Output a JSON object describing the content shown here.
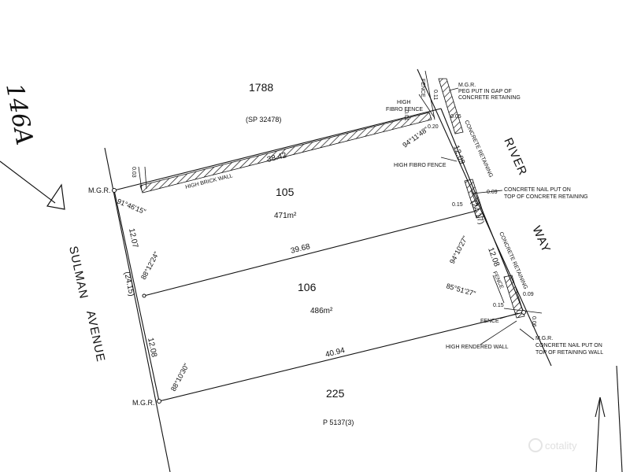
{
  "handwritten": "146A",
  "lots": {
    "lot_1788": {
      "number": "1788",
      "plan": "(SP 32478)"
    },
    "lot_105": {
      "number": "105",
      "area": "471m²"
    },
    "lot_106": {
      "number": "106",
      "area": "486m²"
    },
    "lot_225": {
      "number": "225",
      "plan": "P 5137(3)"
    }
  },
  "streets": {
    "sulman_1": "SULMAN",
    "sulman_2": "AVENUE",
    "river_1": "RIVER",
    "river_2": "WAY"
  },
  "dimensions": {
    "top_boundary": "38.42",
    "middle_boundary": "39.68",
    "bottom_boundary": "40.94",
    "left_upper": "12.07",
    "left_lower": "12.08",
    "left_total": "(24.15)",
    "right_upper": "12.09",
    "right_lower": "12.08",
    "right_total": "(24.17)",
    "offset_003": "0.03",
    "offset_001": "0.01",
    "offset_011": "0.11",
    "offset_005": "0.05",
    "offset_020": "0.20",
    "offset_009a": "0.09",
    "offset_015a": "0.15",
    "offset_009b": "0.09",
    "offset_015b": "0.15",
    "offset_006": "0.06"
  },
  "angles": {
    "a1": "91°46'15\"",
    "a2": "88°12'24\"",
    "a3": "88°10'30\"",
    "a4": "94°11'48\"",
    "a5": "94°10'27\"",
    "a6": "85°51'27\""
  },
  "annotations": {
    "mgr_tl": "M.G.R.",
    "mgr_bl": "M.G.R.",
    "mgr_tr": "M.G.R.",
    "peg_1": "PEG PUT IN GAP OF",
    "peg_2": "CONCRETE RETAINING",
    "high_fibro_1": "HIGH",
    "high_fibro_2": "FIBRO FENCE",
    "high_brick": "HIGH BRICK WALL",
    "fence_top": "FENCE",
    "conc_ret_1": "CONCRETE RETAINING",
    "high_fibro_fence": "HIGH FIBRO FENCE",
    "nail1_1": "CONCRETE NAIL PUT ON",
    "nail1_2": "TOP OF CONCRETE RETAINING",
    "conc_ret_2": "CONCRETE RETAINING",
    "fence_mid": "FENCE",
    "fence_low": "FENCE",
    "high_rendered": "HIGH RENDERED WALL",
    "mgr_br": "M.G.R.",
    "nail2_1": "CONCRETE NAIL PUT ON",
    "nail2_2": "TOP OF RETAINING WALL"
  },
  "watermark": "cotality"
}
